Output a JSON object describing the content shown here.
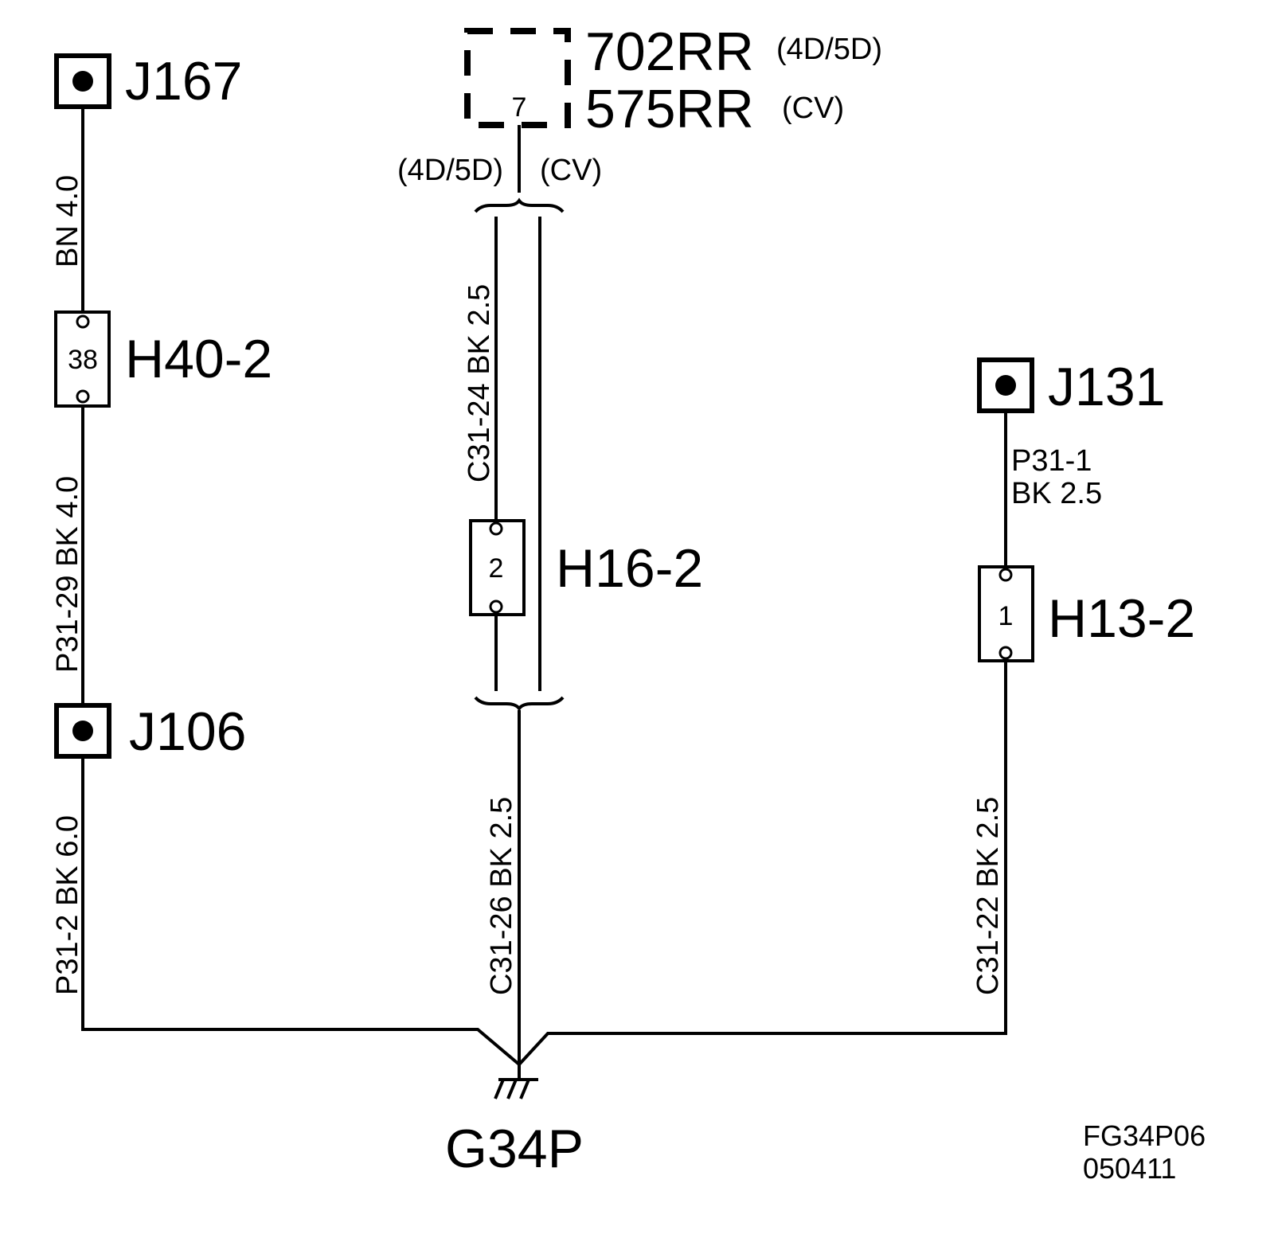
{
  "splices": {
    "j167": "J167",
    "j106": "J106",
    "j131": "J131"
  },
  "connectors": {
    "h40": {
      "label": "H40-2",
      "pin": "38"
    },
    "h16": {
      "label": "H16-2",
      "pin": "2"
    },
    "h13": {
      "label": "H13-2",
      "pin": "1"
    }
  },
  "component": {
    "line1": "702RR",
    "variant1": "(4D/5D)",
    "line2": "575RR",
    "variant2": "(CV)",
    "pin": "7"
  },
  "branch": {
    "left": "(4D/5D)",
    "right": "(CV)"
  },
  "wires": {
    "j167_h40": "BN  4.0",
    "h40_j106": "P31-29 BK  4.0",
    "j106_ground": "P31-2 BK  6.0",
    "comp_h16": "C31-24  BK  2.5",
    "h16_ground": "C31-26  BK  2.5",
    "j131_h13_line1": "P31-1",
    "j131_h13_line2": "BK   2.5",
    "h13_ground": "C31-22  BK  2.5"
  },
  "ground": {
    "label": "G34P"
  },
  "figure": {
    "code": "FG34P06",
    "date": "050411"
  }
}
